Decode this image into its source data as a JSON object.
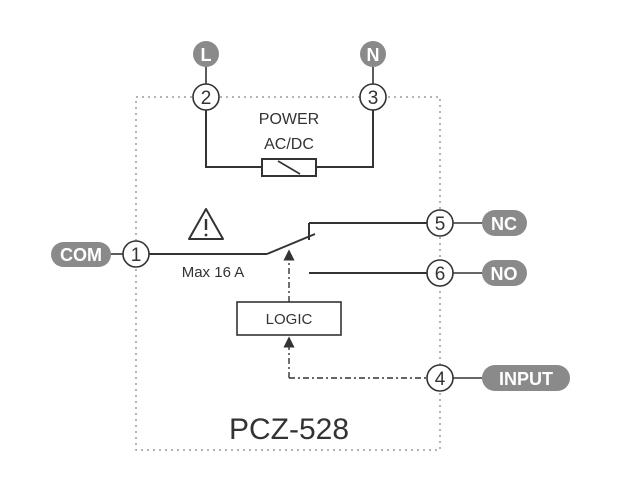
{
  "diagram": {
    "model": "PCZ-528",
    "power_label_line1": "POWER",
    "power_label_line2": "AC/DC",
    "logic_label": "LOGIC",
    "max_current_label": "Max 16 A",
    "warning_icon": "warning-triangle-icon",
    "terminals": {
      "t1": "1",
      "t2": "2",
      "t3": "3",
      "t4": "4",
      "t5": "5",
      "t6": "6"
    },
    "connectors": {
      "live": "L",
      "neutral": "N",
      "common": "COM",
      "normally_closed": "NC",
      "normally_open": "NO",
      "input": "INPUT"
    },
    "colors": {
      "pill": "#8a8a8a",
      "line": "#333333",
      "border": "#9a9a9a"
    }
  }
}
